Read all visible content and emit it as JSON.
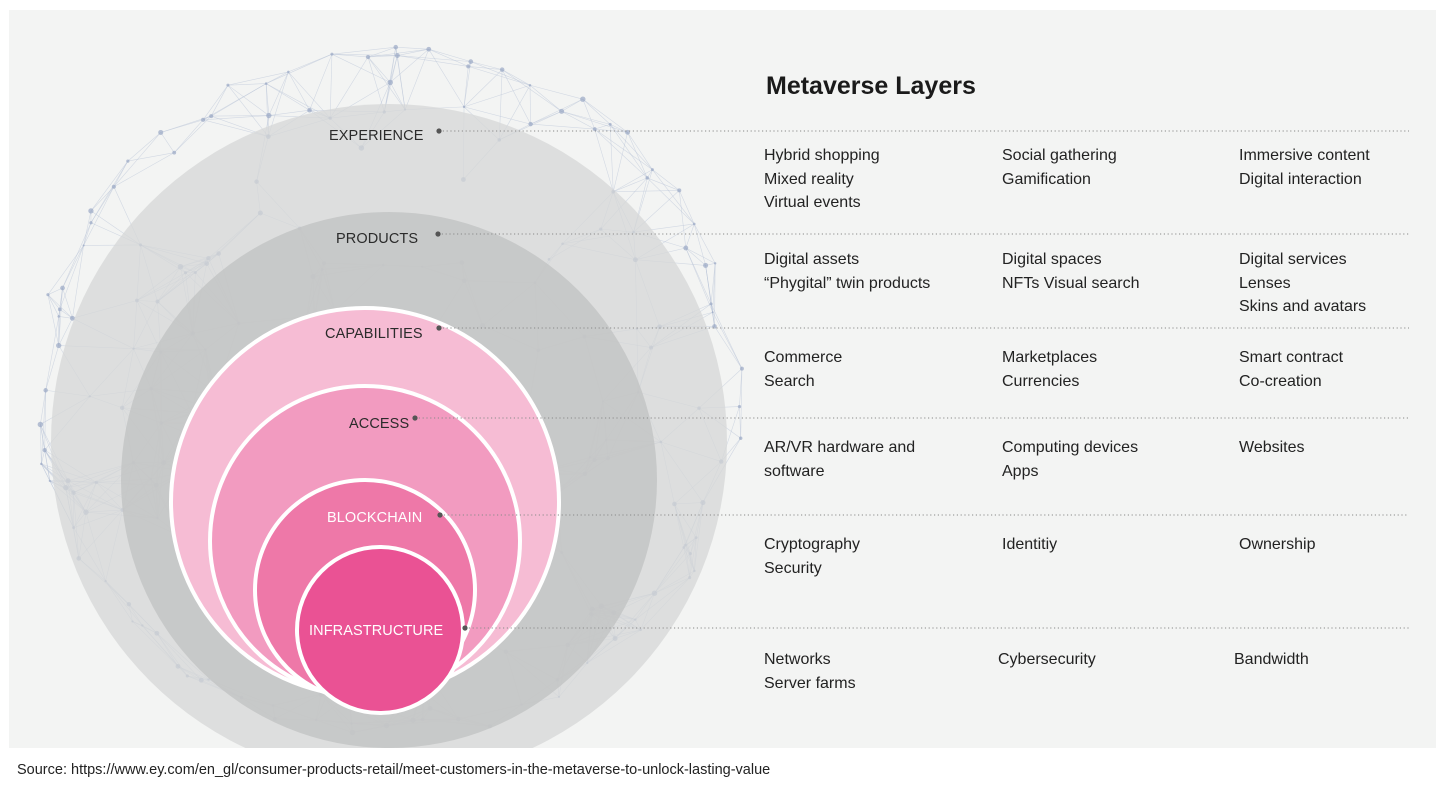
{
  "title": "Metaverse Layers",
  "layers": [
    {
      "label": "EXPERIENCE",
      "cols": [
        [
          "Hybrid shopping",
          "Mixed reality",
          "Virtual events"
        ],
        [
          "Social gathering",
          "Gamification"
        ],
        [
          "Immersive content",
          "Digital interaction"
        ]
      ]
    },
    {
      "label": "PRODUCTS",
      "cols": [
        [
          "Digital assets",
          "“Phygital” twin products"
        ],
        [
          "Digital spaces",
          "NFTs Visual search"
        ],
        [
          "Digital services",
          "Lenses",
          "Skins and avatars"
        ]
      ]
    },
    {
      "label": "CAPABILITIES",
      "cols": [
        [
          "Commerce",
          "Search"
        ],
        [
          "Marketplaces",
          "Currencies"
        ],
        [
          "Smart contract",
          "Co-creation"
        ]
      ]
    },
    {
      "label": "ACCESS",
      "cols": [
        [
          "AR/VR hardware and",
          "software"
        ],
        [
          "Computing devices",
          "Apps"
        ],
        [
          "Websites"
        ]
      ]
    },
    {
      "label": "BLOCKCHAIN",
      "cols": [
        [
          "Cryptography",
          "Security"
        ],
        [
          "Identitiy"
        ],
        [
          "Ownership"
        ]
      ]
    },
    {
      "label": "INFRASTRUCTURE",
      "cols": [
        [
          "Networks",
          "Server farms"
        ],
        [
          "Cybersecurity"
        ],
        [
          "Bandwidth"
        ]
      ]
    }
  ],
  "source": "Source: https://www.ey.com/en_gl/consumer-products-retail/meet-customers-in-the-metaverse-to-unlock-lasting-value",
  "colors": {
    "panel_bg": "#f3f4f3",
    "gray_circle": "#c8c9c9",
    "capabilities": "#f6bcd4",
    "access": "#f29bc0",
    "blockchain": "#ee78a8",
    "infrastructure": "#ea5294",
    "dot": "#555555",
    "mesh": "#b7c2d6"
  }
}
